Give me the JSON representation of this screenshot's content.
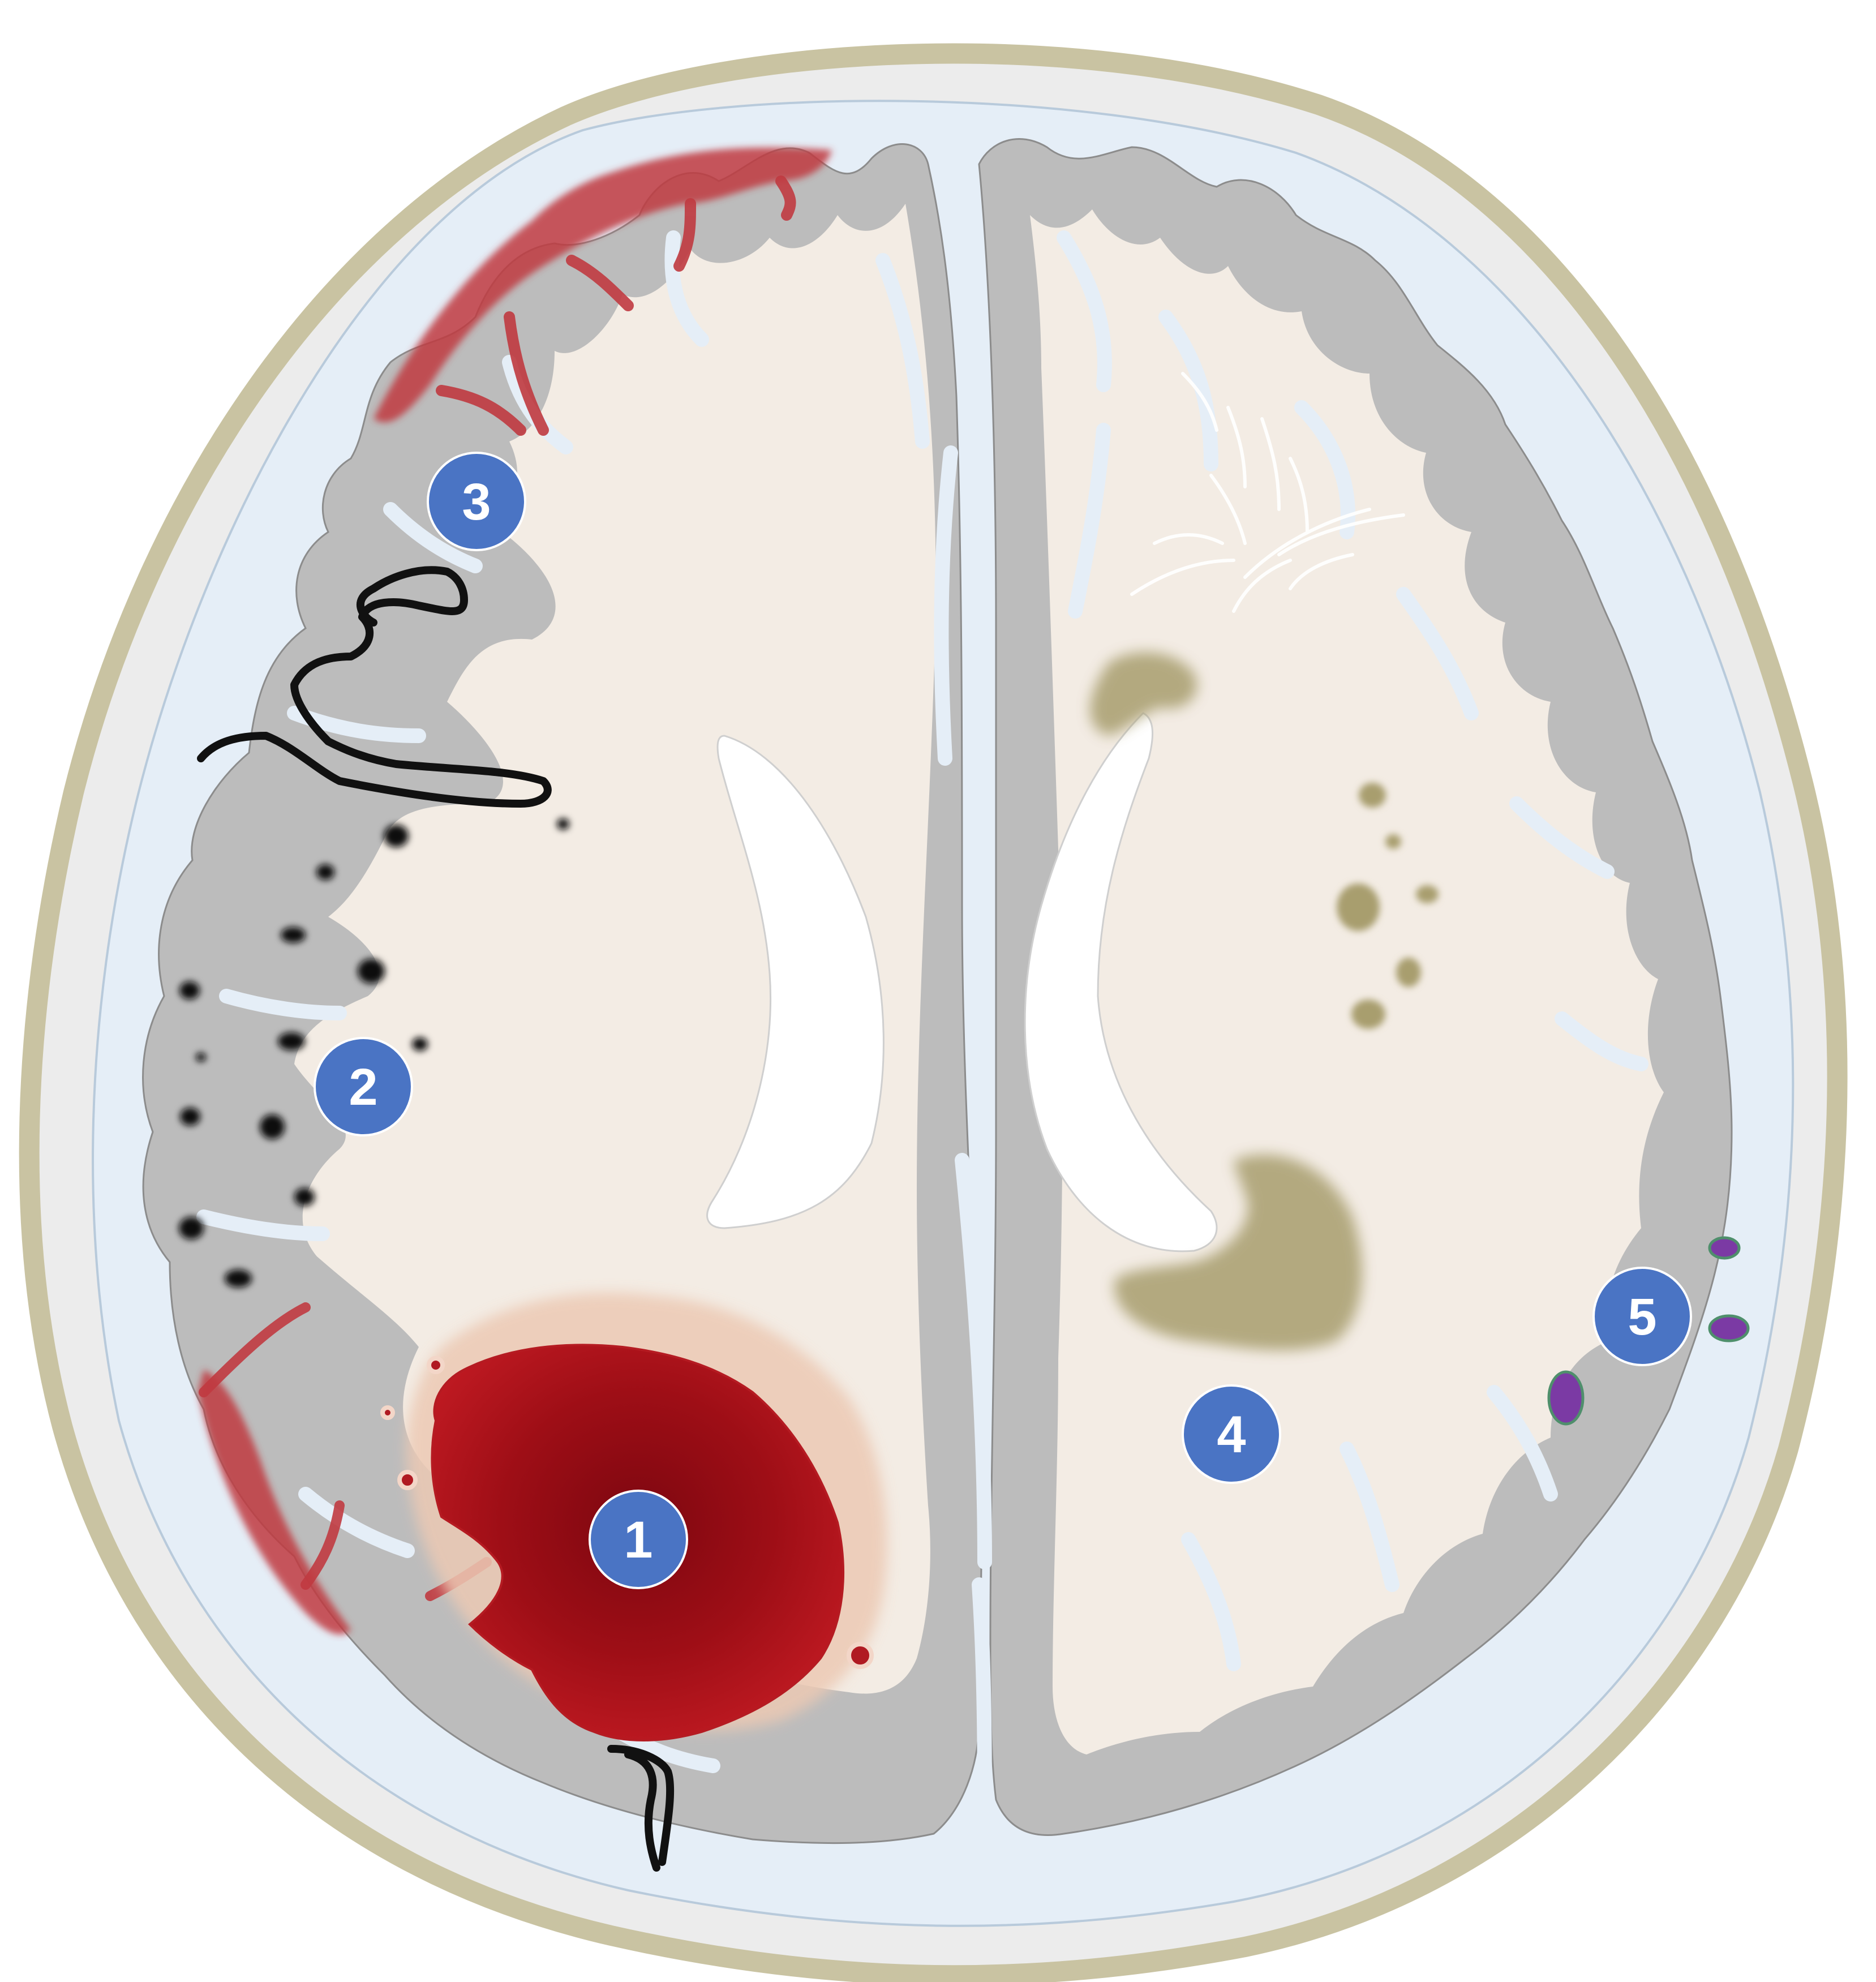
{
  "diagram": {
    "markers": [
      {
        "label": "1"
      },
      {
        "label": "2"
      },
      {
        "label": "3"
      },
      {
        "label": "4"
      },
      {
        "label": "5"
      }
    ],
    "colors": {
      "skull": "#c9c3a2",
      "scalp_fill": "#ededed",
      "csf": "#e5eef7",
      "gray_matter": "#bcbcbc",
      "white_matter": "#f3ece4",
      "ventricle": "#ffffff",
      "hemorrhage": "#a8141c",
      "edema": "#ecc9b4",
      "subarachnoid_blood": "#c03a40",
      "microbleeds": "#111111",
      "lacunes": "#a89e6e",
      "cavernoma": "#7b3aa4",
      "marker": "#4a74c4"
    }
  }
}
